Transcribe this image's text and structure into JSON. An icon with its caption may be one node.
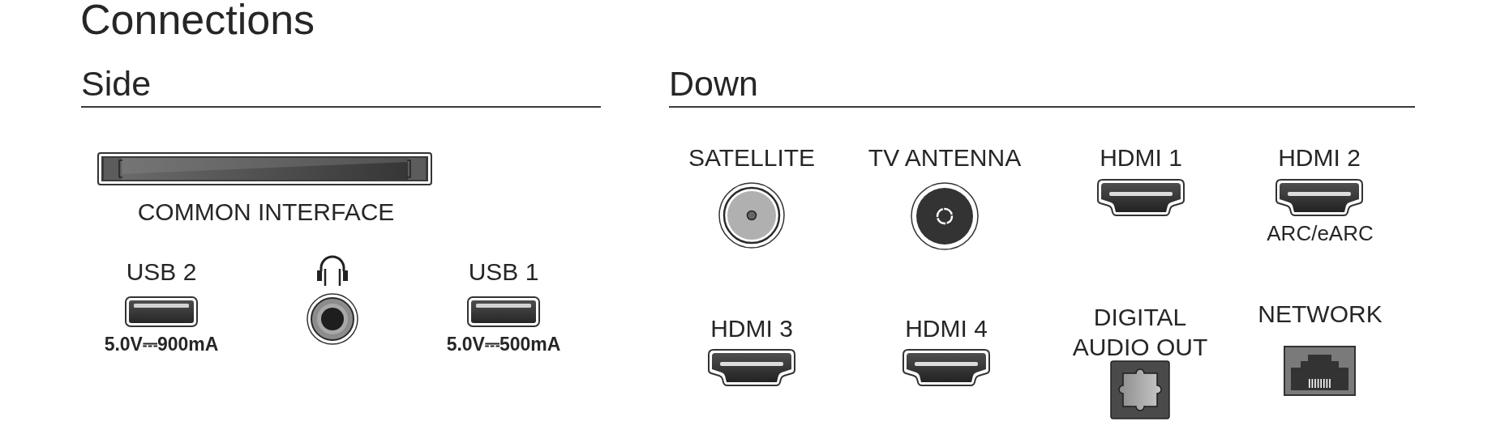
{
  "diagram": {
    "title": "Connections",
    "labels": [
      "Side",
      "COMMON INTERFACE",
      "USB 2",
      "5.0V⎓900mA",
      "USB 1",
      "5.0V⎓500mA",
      "Down",
      "SATELLITE",
      "TV ANTENNA",
      "HDMI 1",
      "HDMI 2",
      "ARC/eARC",
      "HDMI 3",
      "HDMI 4",
      "DIGITAL AUDIO OUT",
      "NETWORK"
    ]
  }
}
